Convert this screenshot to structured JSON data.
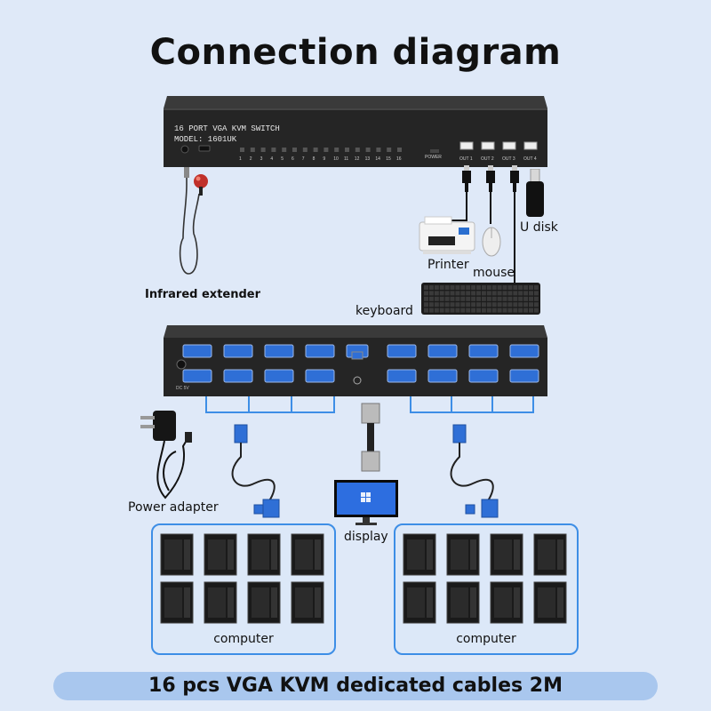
{
  "title": "Connection diagram",
  "top_device": {
    "line1": "16 PORT VGA KVM SWITCH",
    "line2": "MODEL: 1601UK",
    "power_label": "POWER",
    "usb_labels": [
      "OUT 1",
      "OUT 2",
      "OUT 3",
      "OUT 4"
    ],
    "port_numbers": [
      "1",
      "2",
      "3",
      "4",
      "5",
      "6",
      "7",
      "8",
      "9",
      "10",
      "11",
      "12",
      "13",
      "14",
      "15",
      "16"
    ]
  },
  "labels": {
    "infrared": "Infrared extender",
    "printer": "Printer",
    "udisk": "U disk",
    "mouse": "mouse",
    "keyboard": "keyboard",
    "power_adapter": "Power adapter",
    "display": "display",
    "computer_left": "computer",
    "computer_right": "computer"
  },
  "footer": "16 pcs VGA KVM dedicated cables 2M",
  "colors": {
    "background": "#dfe9f8",
    "accent": "#3d8ee6",
    "vga_blue": "#2f6fd6",
    "device_body": "#2b2b2b"
  }
}
